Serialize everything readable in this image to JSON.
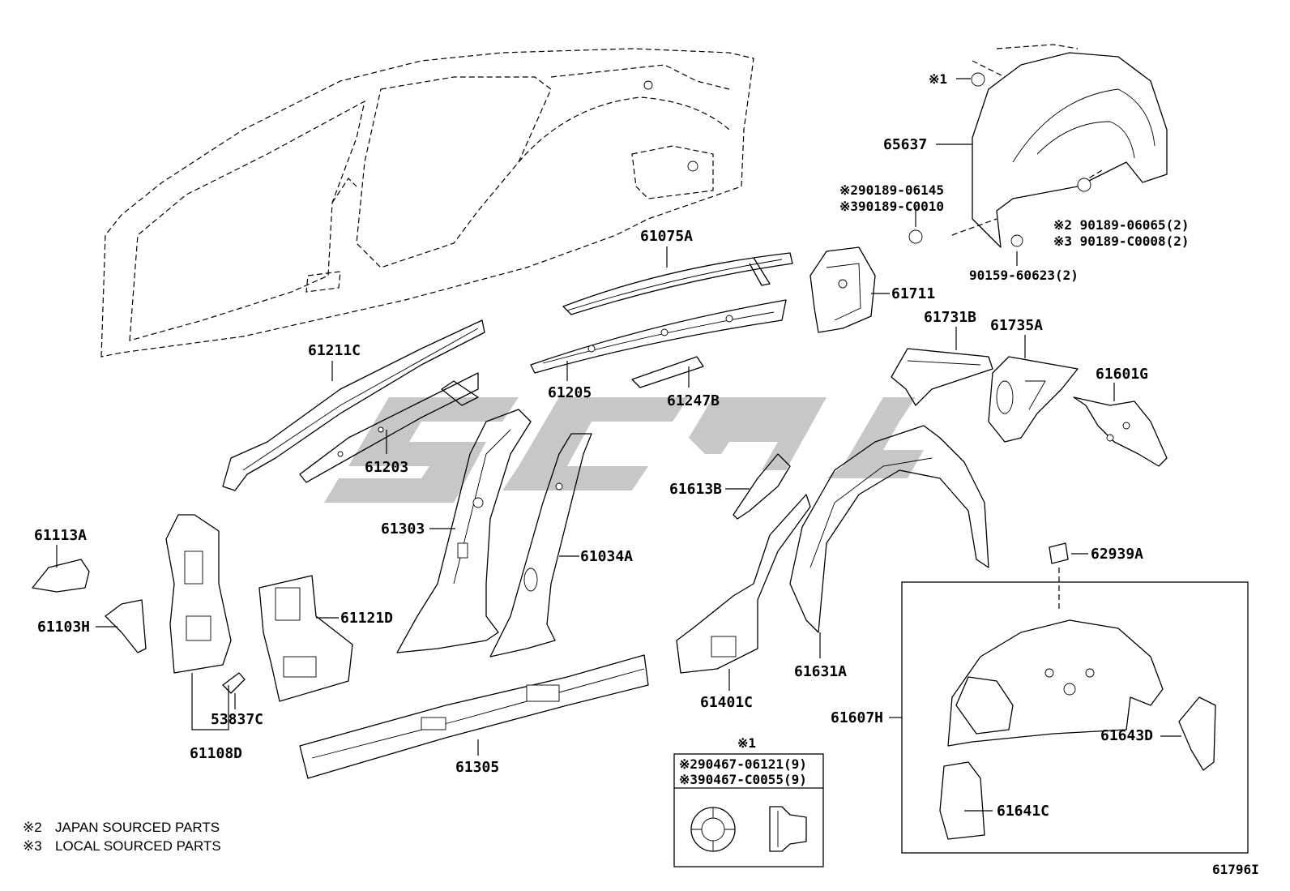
{
  "diagram_id": "61796I",
  "notes": [
    {
      "mark": "※2",
      "text": "JAPAN SOURCED PARTS"
    },
    {
      "mark": "※3",
      "text": "LOCAL SOURCED PARTS"
    }
  ],
  "callouts": [
    {
      "id": "65637",
      "text": "65637"
    },
    {
      "id": "star1_clip",
      "text": "※1"
    },
    {
      "id": "c_90189_06145",
      "text": "※290189-06145"
    },
    {
      "id": "c_90189_C0010",
      "text": "※390189-C0010"
    },
    {
      "id": "c_90189_06065",
      "text": "※2  90189-06065(2)"
    },
    {
      "id": "c_90189_C0008",
      "text": "※3  90189-C0008(2)"
    },
    {
      "id": "c_90159_60623",
      "text": "90159-60623(2)"
    },
    {
      "id": "61075A",
      "text": "61075A"
    },
    {
      "id": "61711",
      "text": "61711"
    },
    {
      "id": "61731B",
      "text": "61731B"
    },
    {
      "id": "61735A",
      "text": "61735A"
    },
    {
      "id": "61601G",
      "text": "61601G"
    },
    {
      "id": "61211C",
      "text": "61211C"
    },
    {
      "id": "61205",
      "text": "61205"
    },
    {
      "id": "61247B",
      "text": "61247B"
    },
    {
      "id": "61203",
      "text": "61203"
    },
    {
      "id": "61613B",
      "text": "61613B"
    },
    {
      "id": "61303",
      "text": "61303"
    },
    {
      "id": "61034A",
      "text": "61034A"
    },
    {
      "id": "61113A",
      "text": "61113A"
    },
    {
      "id": "61103H",
      "text": "61103H"
    },
    {
      "id": "61121D",
      "text": "61121D"
    },
    {
      "id": "62939A",
      "text": "62939A"
    },
    {
      "id": "61631A",
      "text": "61631A"
    },
    {
      "id": "61401C",
      "text": "61401C"
    },
    {
      "id": "53837C",
      "text": "53837C"
    },
    {
      "id": "61108D",
      "text": "61108D"
    },
    {
      "id": "61305",
      "text": "61305"
    },
    {
      "id": "61607H",
      "text": "61607H"
    },
    {
      "id": "61643D",
      "text": "61643D"
    },
    {
      "id": "61641C",
      "text": "61641C"
    }
  ],
  "inset": {
    "title": "※1",
    "rows": [
      "※290467-06121(9)",
      "※390467-C0055(9)"
    ]
  }
}
